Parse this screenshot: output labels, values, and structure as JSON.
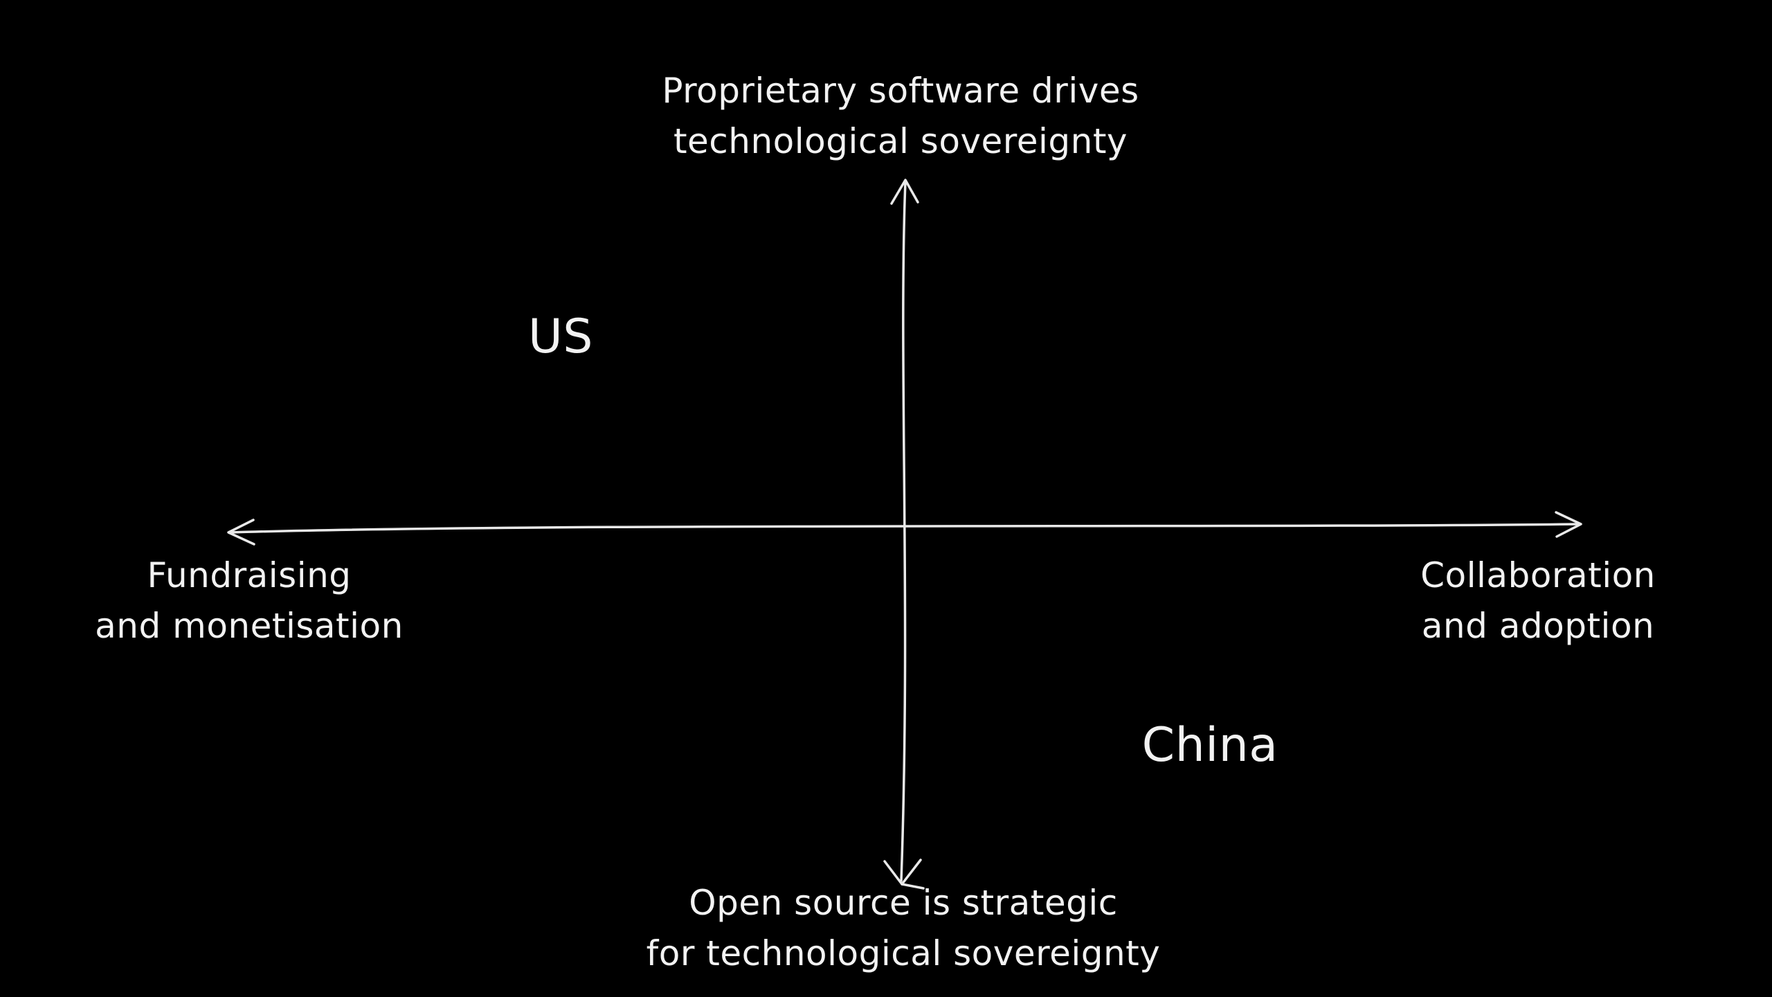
{
  "diagram": {
    "title": "",
    "colors": {
      "background": "#000000",
      "stroke": "#e9e9e9",
      "text": "#f2f2f2"
    },
    "y_axis": {
      "top_label": {
        "line1": "Proprietary software drives",
        "line2": "technological sovereignty"
      },
      "bottom_label": {
        "line1": "Open source is strategic",
        "line2": "for technological sovereignty"
      }
    },
    "x_axis": {
      "left_label": {
        "line1": "Fundraising",
        "line2": "and monetisation"
      },
      "right_label": {
        "line1": "Collaboration",
        "line2": "and adoption"
      }
    },
    "quadrants": {
      "top_left": "US",
      "bottom_right": "China"
    }
  }
}
